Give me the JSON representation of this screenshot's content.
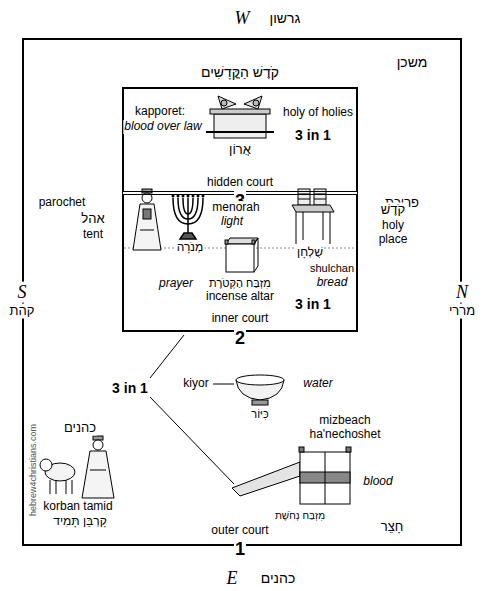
{
  "diagram": {
    "nodes": [
      {
        "text": [
          "משכן",
          "outer court",
          "1"
        ]
      },
      {
        "text": [
          "קֹדֶשׁ הַקֳּדָשִׁים",
          "holy of holies",
          "3 in 1",
          "hidden court",
          "3"
        ],
        "in": 0
      },
      {
        "text": [
          "3 in 1",
          "inner court",
          "2"
        ],
        "in": 0
      }
    ],
    "labels": [
      "W",
      "גרשון",
      "kapporet:",
      "blood over law",
      "אֲרוֹן",
      "parochet",
      "פרוכת",
      "אהל",
      "tent",
      "menorah",
      "light",
      "מְנֹרָה",
      "קֹדֶשׁ",
      "holy place",
      "shulchan",
      "bread",
      "שֻׁלְחָן",
      "prayer",
      "מִזְבַּח הַקְּטֹרֶת",
      "incense altar",
      "S",
      "קהת",
      "N",
      "מררי",
      "3 in 1",
      "kiyor",
      "water",
      "כִּיּוֹר",
      "כהנים",
      "mizbeach ha'nechoshet",
      "korban tamid",
      "קָרְבַּן תָּמִיד",
      "blood",
      "מִזְבַּח נְחֹשֶׁת",
      "חָצֵר",
      "E",
      "כהנים",
      "hebrew4christians.com"
    ]
  }
}
